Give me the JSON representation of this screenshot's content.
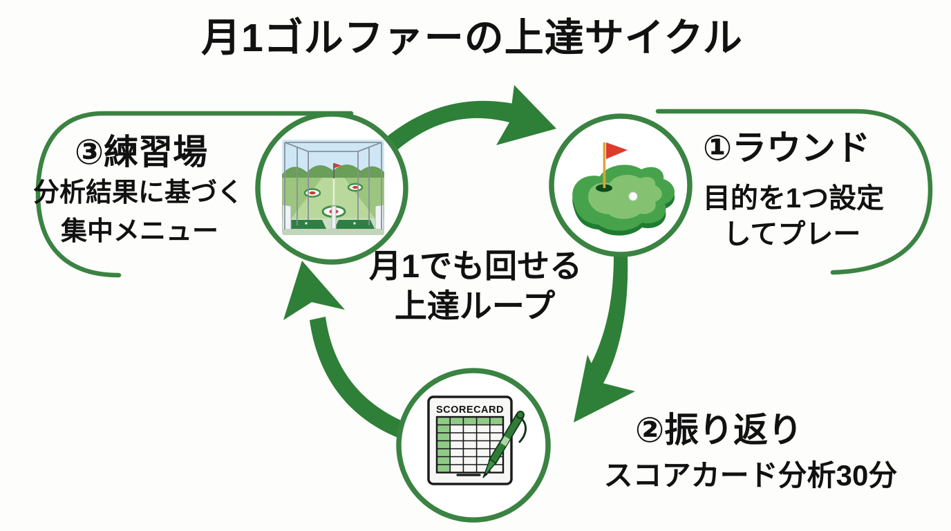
{
  "title": "月1ゴルファーの上達サイクル",
  "center_note": {
    "line1": "月1でも回せる",
    "line2": "上達ループ"
  },
  "nodes": {
    "round": {
      "heading": "①ラウンド",
      "desc_line1": "目的を1つ設定",
      "desc_line2": "してプレー",
      "icon": "golf-green-flag-icon"
    },
    "reflection": {
      "heading": "②振り返り",
      "desc_line1": "スコアカード分析30分",
      "icon": "scorecard-pen-icon",
      "icon_label": "SCORECARD"
    },
    "practice": {
      "heading": "③練習場",
      "desc_line1": "分析結果に基づく",
      "desc_line2": "集中メニュー",
      "icon": "driving-range-icon"
    }
  },
  "colors": {
    "diagram_green": "#2e7f37",
    "outline_green": "#3a8342",
    "flag_red": "#d9392c",
    "text_black": "#111111",
    "background": "#fdfdfb"
  }
}
